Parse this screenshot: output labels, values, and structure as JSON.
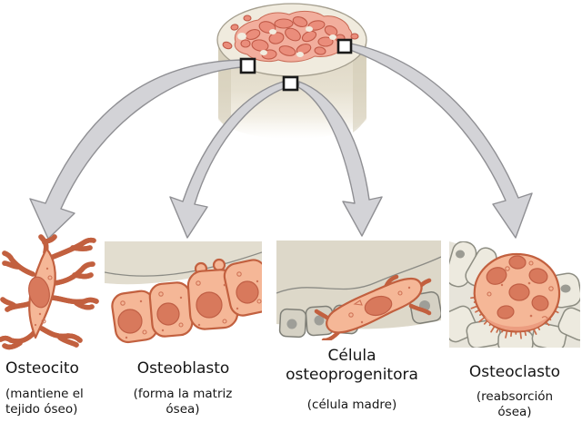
{
  "figure": {
    "type": "bone-cell-diagram",
    "cells": [
      {
        "id": "osteocito",
        "name": "Osteocito",
        "description": "(mantiene el tejido óseo)"
      },
      {
        "id": "osteoblasto",
        "name": "Osteoblasto",
        "description": "(forma la matriz ósea)"
      },
      {
        "id": "celula-osteoprogenitora",
        "name": "Célula osteoprogenitora",
        "description": "(célula madre)"
      },
      {
        "id": "osteoclasto",
        "name": "Osteoclasto",
        "description": "(reabsorción ósea)"
      }
    ],
    "colors": {
      "cell_fill": "#f5b797",
      "cell_outline": "#c2603f",
      "nucleus": "#d8795c",
      "bone_beige": "#e3decf",
      "spongy_fill": "#f2ae9d",
      "spongy_blob": "#ea8d7b",
      "arrow_fill": "#d3d3d7",
      "arrow_outline": "#8f8f93",
      "marker_border": "#1a1a1a"
    }
  }
}
